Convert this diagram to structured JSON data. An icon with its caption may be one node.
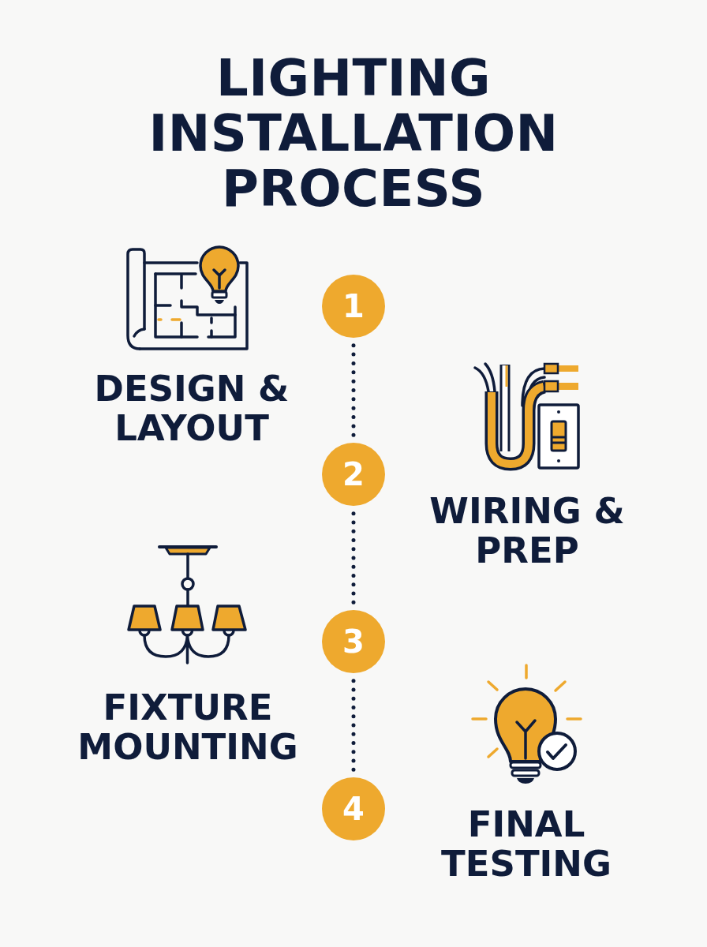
{
  "diagram": {
    "title": "LIGHTING INSTALLATION PROCESS",
    "nodes": [
      {
        "text": [
          "1"
        ],
        "beside": [
          "DESIGN & LAYOUT"
        ]
      },
      {
        "text": [
          "2"
        ],
        "beside": [
          "WIRING & PREP"
        ]
      },
      {
        "text": [
          "3"
        ],
        "beside": [
          "FIXTURE MOUNTING"
        ]
      },
      {
        "text": [
          "4"
        ],
        "beside": [
          "FINAL TESTING"
        ]
      }
    ],
    "edges": [
      {
        "from": 0,
        "to": 1,
        "arrow": "none",
        "style": "dashed"
      },
      {
        "from": 1,
        "to": 2,
        "arrow": "none",
        "style": "dashed"
      },
      {
        "from": 2,
        "to": 3,
        "arrow": "none",
        "style": "dashed"
      }
    ]
  }
}
